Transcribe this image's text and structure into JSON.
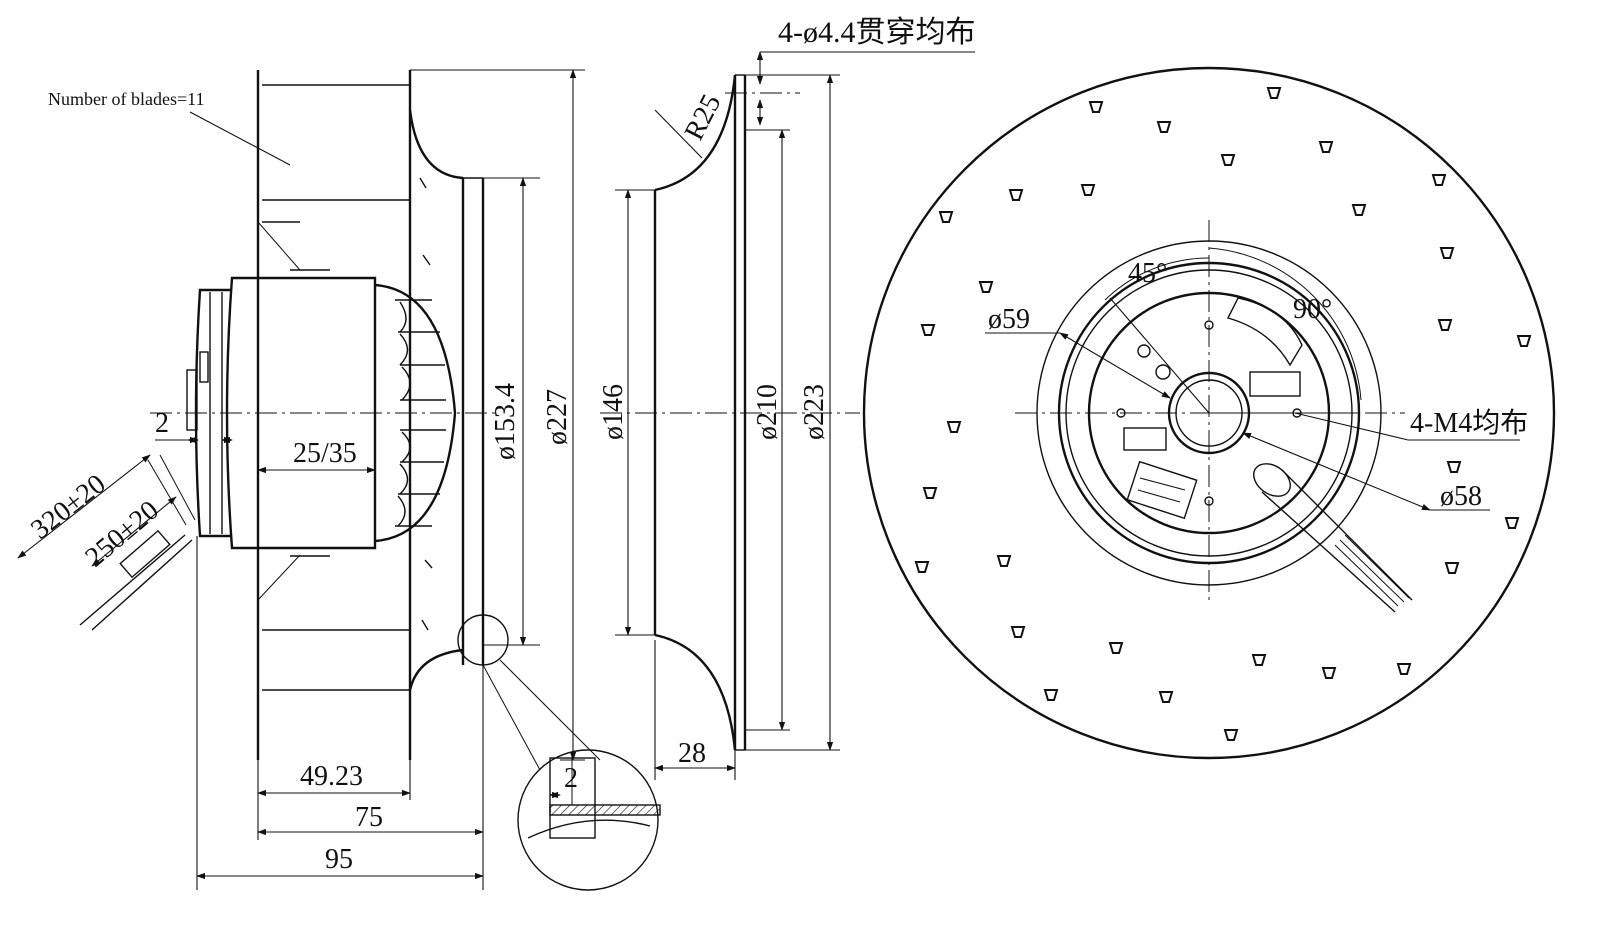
{
  "labels": {
    "blades": "Number of blades=11",
    "holes_spec": "4-ø4.4贯穿均布",
    "r25": "R25",
    "angle45": "45°",
    "angle90": "90°",
    "d59": "ø59",
    "m4": "4-M4均布",
    "d58": "ø58",
    "d153": "ø153.4",
    "d227": "ø227",
    "d146": "ø146",
    "d210": "ø210",
    "d223": "ø223",
    "gap2": "2",
    "len2535": "25/35",
    "cable320": "320±20",
    "cable250": "250±20",
    "w4923": "49.23",
    "w75": "75",
    "w95": "95",
    "w28": "28",
    "detail2": "2"
  }
}
